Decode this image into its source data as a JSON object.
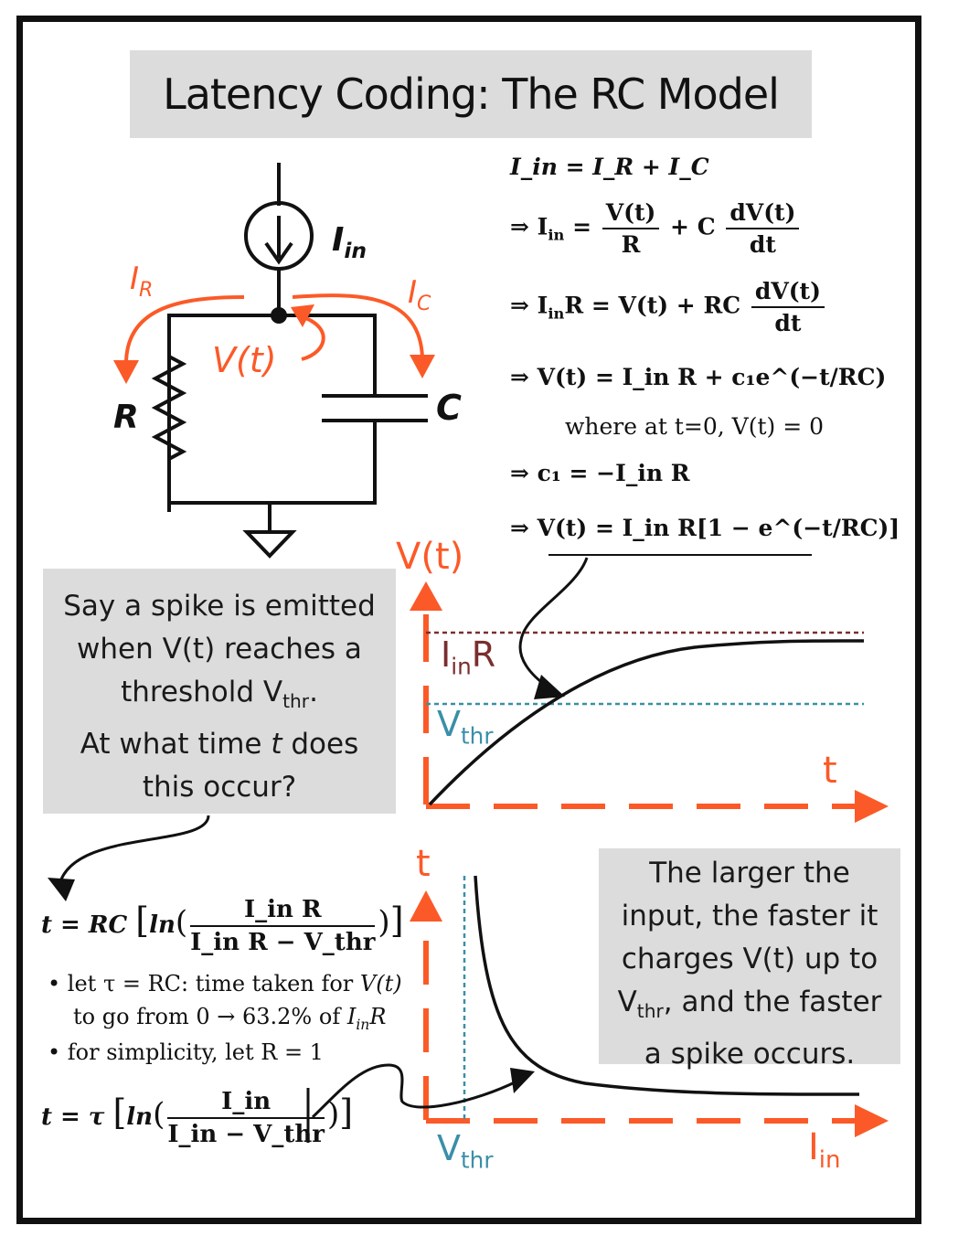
{
  "title": "Latency Coding: The RC Model",
  "circuit": {
    "i_in_label": "I",
    "i_in_sub": "in",
    "i_r_label": "I",
    "i_r_sub": "R",
    "i_c_label": "I",
    "i_c_sub": "C",
    "v_label": "V(t)",
    "r_label": "R",
    "c_label": "C"
  },
  "equations": {
    "eq1": "I_in = I_R + I_C",
    "eq2_lhs": "⇒ I",
    "eq2_sub": "in",
    "eq2_num1": "V(t)",
    "eq2_den1": "R",
    "eq2_plus": "+ C",
    "eq2_num2": "dV(t)",
    "eq2_den2": "dt",
    "eq3_lhs": "⇒ I",
    "eq3_sub": "in",
    "eq3_mid": "R = V(t) + RC",
    "eq3_num": "dV(t)",
    "eq3_den": "dt",
    "eq4": "⇒ V(t) = I_in R + c₁e^(−t/RC)",
    "eq4_note": "where at t=0, V(t) = 0",
    "eq5": "⇒ c₁ = −I_in R",
    "eq6": "⇒ V(t) = I_in R[1 − e^(−t/RC)]"
  },
  "question_box": {
    "line1": "Say a spike is emitted",
    "line2": "when V(t) reaches a",
    "line3": "threshold V",
    "line3_sub": "thr",
    "line3_end": ".",
    "line4": "At what time ",
    "line4_t": "t",
    "line4_end": " does",
    "line5": "this occur?"
  },
  "lower_eqs": {
    "t_lhs": "t = RC",
    "t_num": "I_in R",
    "t_den": "I_in R − V_thr",
    "bullet1_a": "let τ = RC: time taken for ",
    "bullet1_v": "V(t)",
    "bullet1_b": "to go from 0 → 63.2% of ",
    "bullet1_i": "I",
    "bullet1_isub": "in",
    "bullet1_r": "R",
    "bullet2": "for simplicity, let R = 1",
    "tau_lhs": "t = τ",
    "tau_num": "I_in",
    "tau_den": "I_in − V_thr"
  },
  "graph_top": {
    "y_label": "V(t)",
    "x_label": "t",
    "asymptote_label": "I",
    "asymptote_sub": "in",
    "asymptote_end": "R",
    "threshold_label": "V",
    "threshold_sub": "thr"
  },
  "graph_bottom": {
    "y_label": "t",
    "x_label": "I",
    "x_sub": "in",
    "threshold_label": "V",
    "threshold_sub": "thr"
  },
  "note_box": {
    "line1": "The larger the",
    "line2": "input, the faster it",
    "line3": "charges V(t) up to",
    "line4a": "V",
    "line4_sub": "thr",
    "line4b": ", and the faster",
    "line5": "a spike occurs."
  },
  "colors": {
    "orange": "#fb5a28",
    "dark_red": "#7a2e2e",
    "teal": "#3a8fa8",
    "grey_box": "#dcdcdc"
  }
}
